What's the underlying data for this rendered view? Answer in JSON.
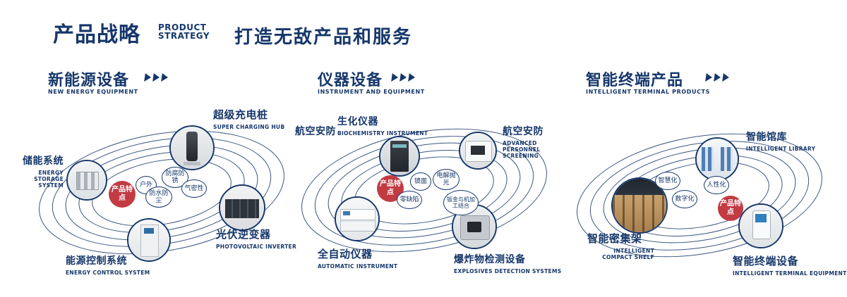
{
  "header": {
    "title": "产品战略",
    "subtitle_line1": "PRODUCT",
    "subtitle_line2": "STRATEGY",
    "slogan": "打造无敌产品和服务"
  },
  "colors": {
    "navy": "#16376b",
    "badge_red": "#c23b43"
  },
  "sections": [
    {
      "title": "新能源设备",
      "subtitle": "NEW ENERGY EQUIPMENT",
      "badge": "产品特点",
      "nodes": [
        {
          "zh": "储能系统",
          "en": "ENERGY STORAGE SYSTEM"
        },
        {
          "zh": "超级充电桩",
          "en": "SUPER CHARGING HUB"
        },
        {
          "zh": "光伏逆变器",
          "en": "PHOTOVOLTAIC INVERTER"
        },
        {
          "zh": "能源控制系统",
          "en": "ENERGY CONTROL SYSTEM"
        }
      ],
      "tags": [
        "户外",
        "防腐防锈",
        "气密性",
        "防水防尘"
      ]
    },
    {
      "title": "仪器设备",
      "subtitle": "INSTRUMENT AND EQUIPMENT",
      "badge": "产品特点",
      "extra_label": "航空安防",
      "nodes": [
        {
          "zh": "生化仪器",
          "en": "BIOCHEMISTRY INSTRUMENT"
        },
        {
          "zh": "航空安防",
          "en": "ADVANCED PERSONNEL SCREENING"
        },
        {
          "zh": "全自动仪器",
          "en": "AUTOMATIC INSTRUMENT"
        },
        {
          "zh": "爆炸物检测设备",
          "en": "EXPLOSIVES DETECTION SYSTEMS"
        }
      ],
      "tags": [
        "镜面",
        "电解抛光",
        "零缺陷",
        "钣金与机加工结合"
      ]
    },
    {
      "title": "智能终端产品",
      "subtitle": "INTELLIGENT TERMINAL PRODUCTS",
      "badge": "产品特点",
      "nodes": [
        {
          "zh": "智能馆库",
          "en": "INTELLIGENT LIBRARY"
        },
        {
          "zh": "智能密集架",
          "en": "INTELLIGENT COMPACT SHELF"
        },
        {
          "zh": "智能终端设备",
          "en": "INTELLIGENT TERMINAL EQUIPMENT"
        }
      ],
      "tags": [
        "智慧化",
        "人性化",
        "数字化"
      ]
    }
  ]
}
